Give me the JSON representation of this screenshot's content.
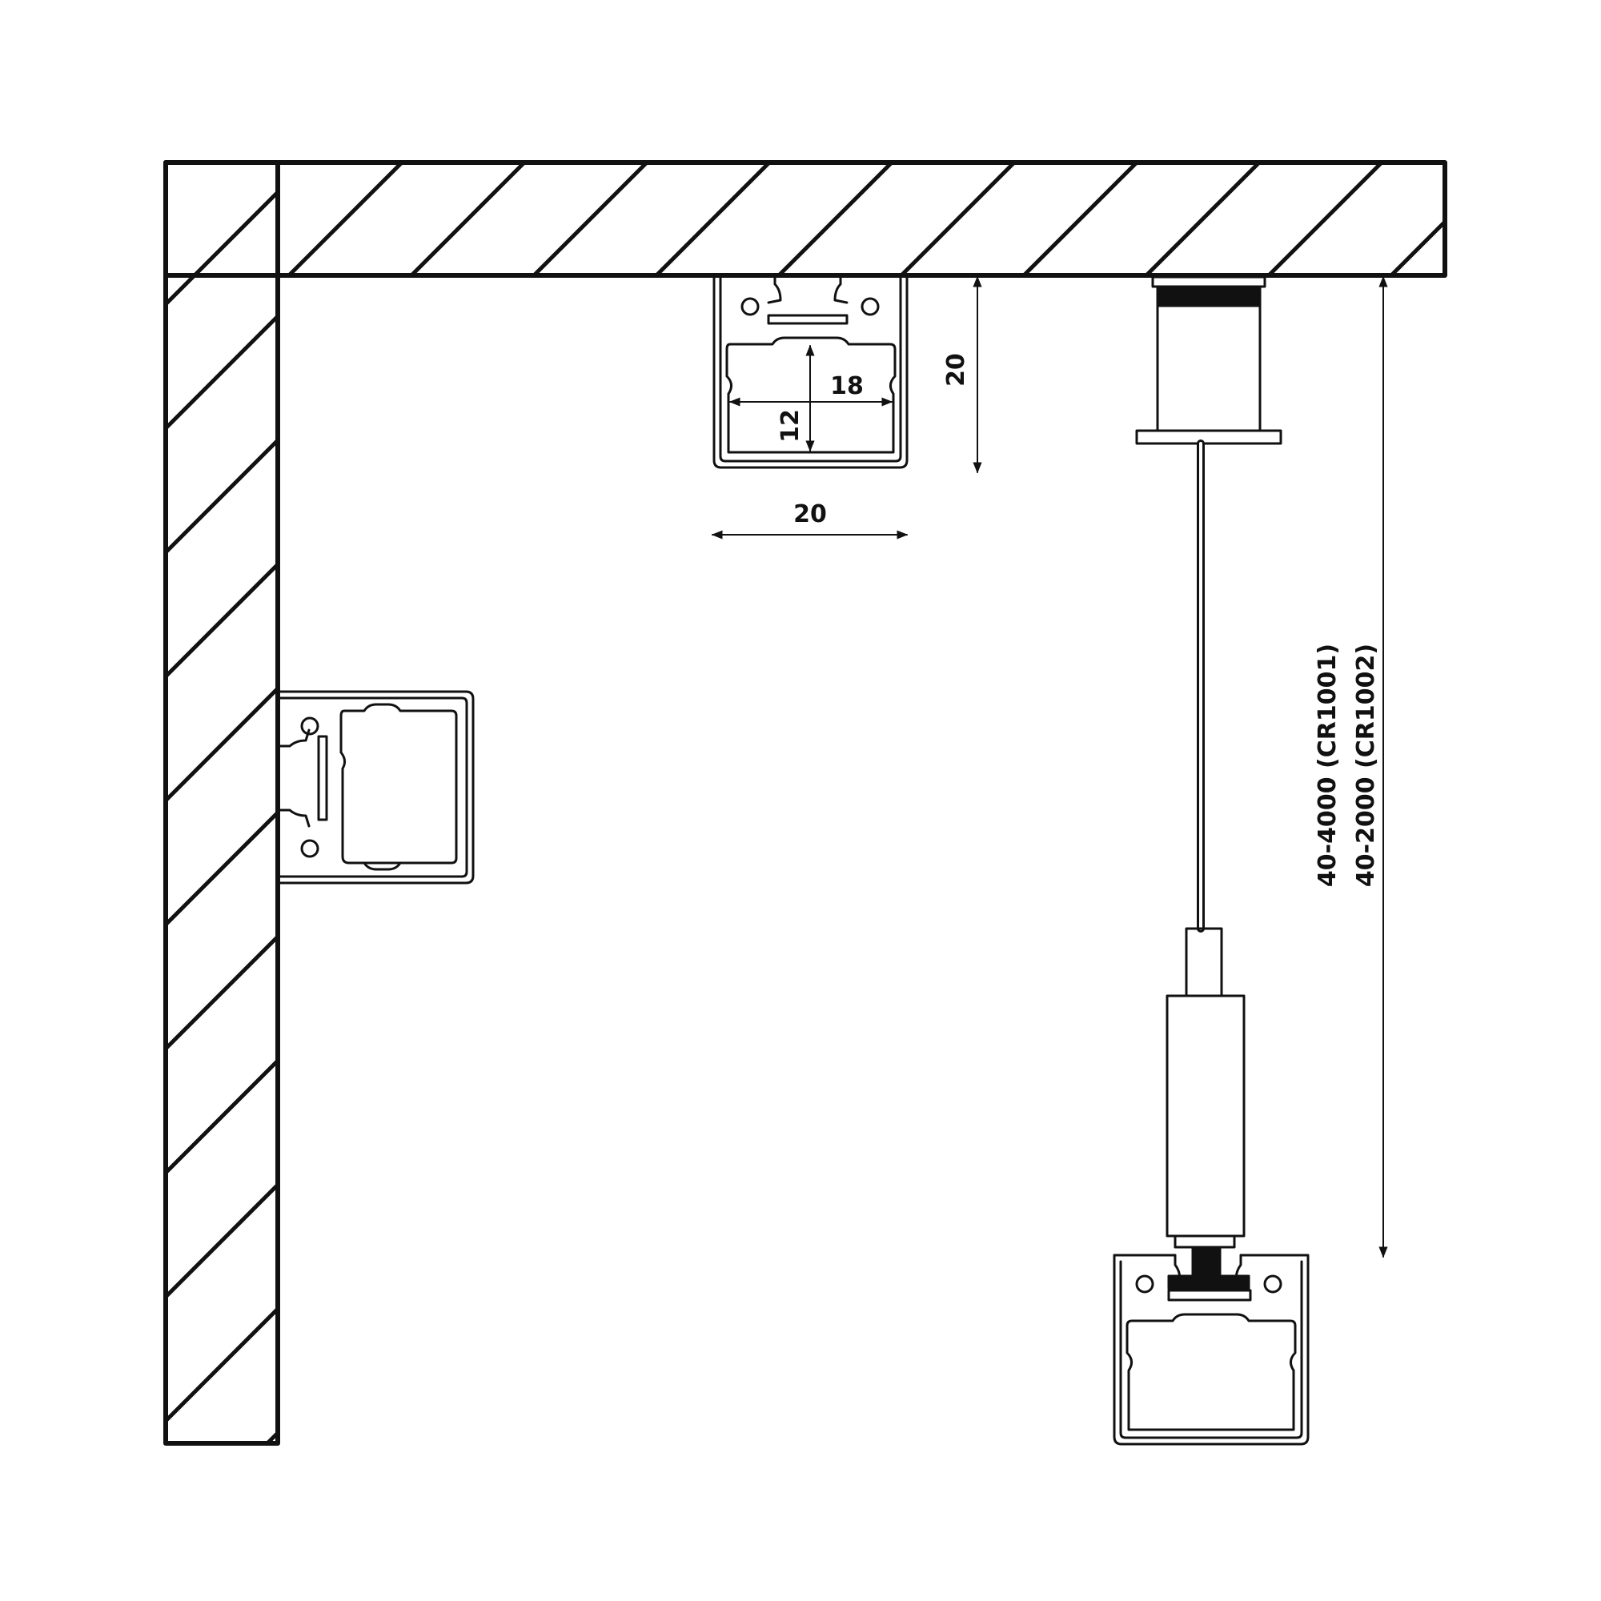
{
  "colors": {
    "ink": "#111111",
    "background": "#ffffff"
  },
  "dimensions": {
    "surface_profile_width": "20",
    "surface_profile_height": "20",
    "inner_width": "18",
    "inner_height": "12",
    "suspension_range_cr1001": "40-4000 (CR1001)",
    "suspension_range_cr1002": "40-2000 (CR1002)"
  },
  "mountings": {
    "surface_mounted": "ceiling",
    "wall_mounted": "wall",
    "suspended": "cable"
  }
}
